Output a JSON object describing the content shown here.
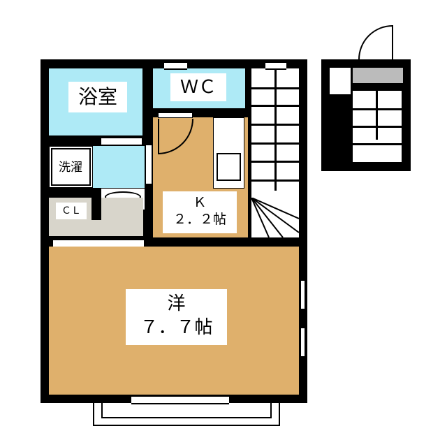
{
  "rooms": {
    "bath": {
      "label": "浴室"
    },
    "wc": {
      "label": "ＷＣ"
    },
    "laundry": {
      "label": "洗濯"
    },
    "closet": {
      "label": "ＣＬ"
    },
    "kitchen": {
      "label": "Ｋ",
      "size": "２．２帖"
    },
    "western": {
      "label": "洋",
      "size": "７．７帖"
    }
  },
  "colors": {
    "wet_area": "#aeeaf6",
    "floor": "#dfb06c",
    "closet": "#d8d5cb",
    "wall": "#000000"
  }
}
